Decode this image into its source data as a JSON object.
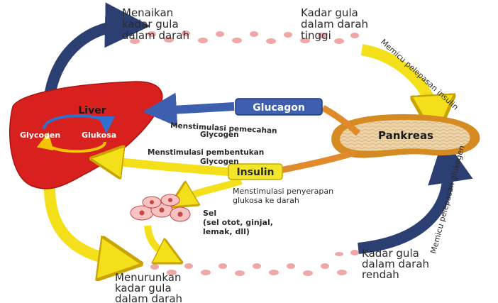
{
  "labels": {
    "top_left": [
      "Menaikan",
      "kadar gula",
      "dalam darah"
    ],
    "top_right": [
      "Kadar gula",
      "dalam darah",
      "tinggi"
    ],
    "bottom_left": [
      "Menurunkan",
      "kadar gula",
      "dalam darah"
    ],
    "bottom_right": [
      "Kadar gula",
      "dalam darah",
      "rendah"
    ]
  },
  "organs": {
    "liver": "Liver",
    "pancreas": "Pankreas",
    "glycogen": "Glycogen",
    "glucose": "Glukosa"
  },
  "hormones": {
    "glucagon": "Glucagon",
    "insulin": "Insulin"
  },
  "arrows": {
    "release_insulin": "Memicu pelepasan insulin",
    "release_glucagon": "Memicu pelepasan glukogen",
    "breakdown_glycogen": [
      "Menstimulasi pemecahan",
      "Glycogen"
    ],
    "form_glycogen": [
      "Menstimulasi pembentukan",
      "Glycogen"
    ],
    "absorb_glucose": [
      "Menstimulasi penyerapan",
      "glukosa ke darah"
    ]
  },
  "cells": {
    "title": "Sel",
    "lines": [
      "(sel otot, ginjal,",
      "lemak, dll)"
    ]
  },
  "colors": {
    "liver": "#d8211f",
    "navy_arrow": "#2c3f73",
    "yellow_arrow": "#f4e01a",
    "orange_arrow": "#e08a2c",
    "glucagon_box": "#3e5fae",
    "insulin_box": "#f2e62a",
    "pancreas": "#e8c79a",
    "blood_cell": "#efa8a8"
  }
}
